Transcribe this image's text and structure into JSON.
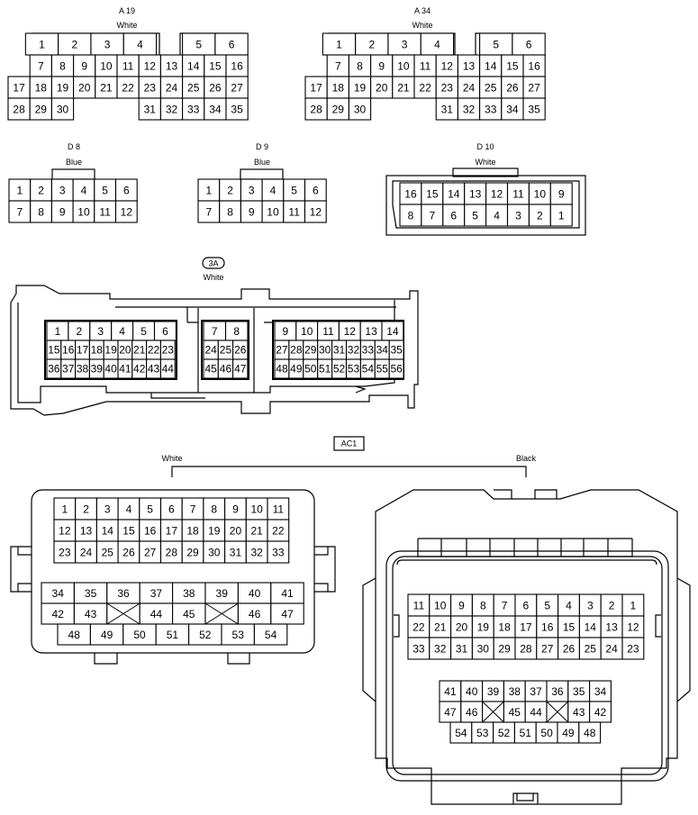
{
  "A19": {
    "id": "A 19",
    "color": "White"
  },
  "A34": {
    "id": "A 34",
    "color": "White"
  },
  "D8": {
    "id": "D 8",
    "color": "Blue"
  },
  "D9": {
    "id": "D 9",
    "color": "Blue"
  },
  "D10": {
    "id": "D 10",
    "color": "White"
  },
  "C3A": {
    "id": "3A",
    "color": "White"
  },
  "AC1": {
    "id": "AC1",
    "left_color": "White",
    "right_color": "Black"
  }
}
